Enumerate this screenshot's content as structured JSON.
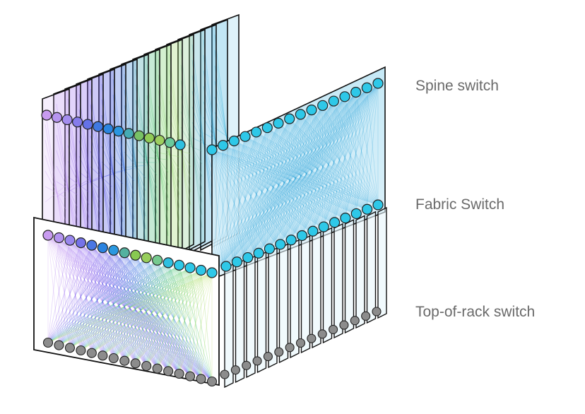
{
  "labels": {
    "spine": "Spine switch",
    "fabric": "Fabric Switch",
    "tor": "Top-of-rack switch"
  },
  "colors": {
    "plane_gradient": [
      "#c89bf0",
      "#8a5cf0",
      "#3a3ae0",
      "#2a7de0",
      "#33c060",
      "#b8e060",
      "#2fa0d8",
      "#2fb0d8"
    ],
    "spine_nodes": [
      "#c89bf0",
      "#a890f0",
      "#7070e8",
      "#2a7de0",
      "#2a9ee0",
      "#86c850",
      "#9fd060",
      "#2fc0e0"
    ],
    "fabric_node": "#2ec8e8",
    "tor_node": "#8c8c8c",
    "frame": "#111111"
  },
  "diagram": {
    "planes": 16,
    "spine_switches_per_plane": 16,
    "fabric_switches_per_plane": 16,
    "tor_switches_per_plane": 16
  }
}
